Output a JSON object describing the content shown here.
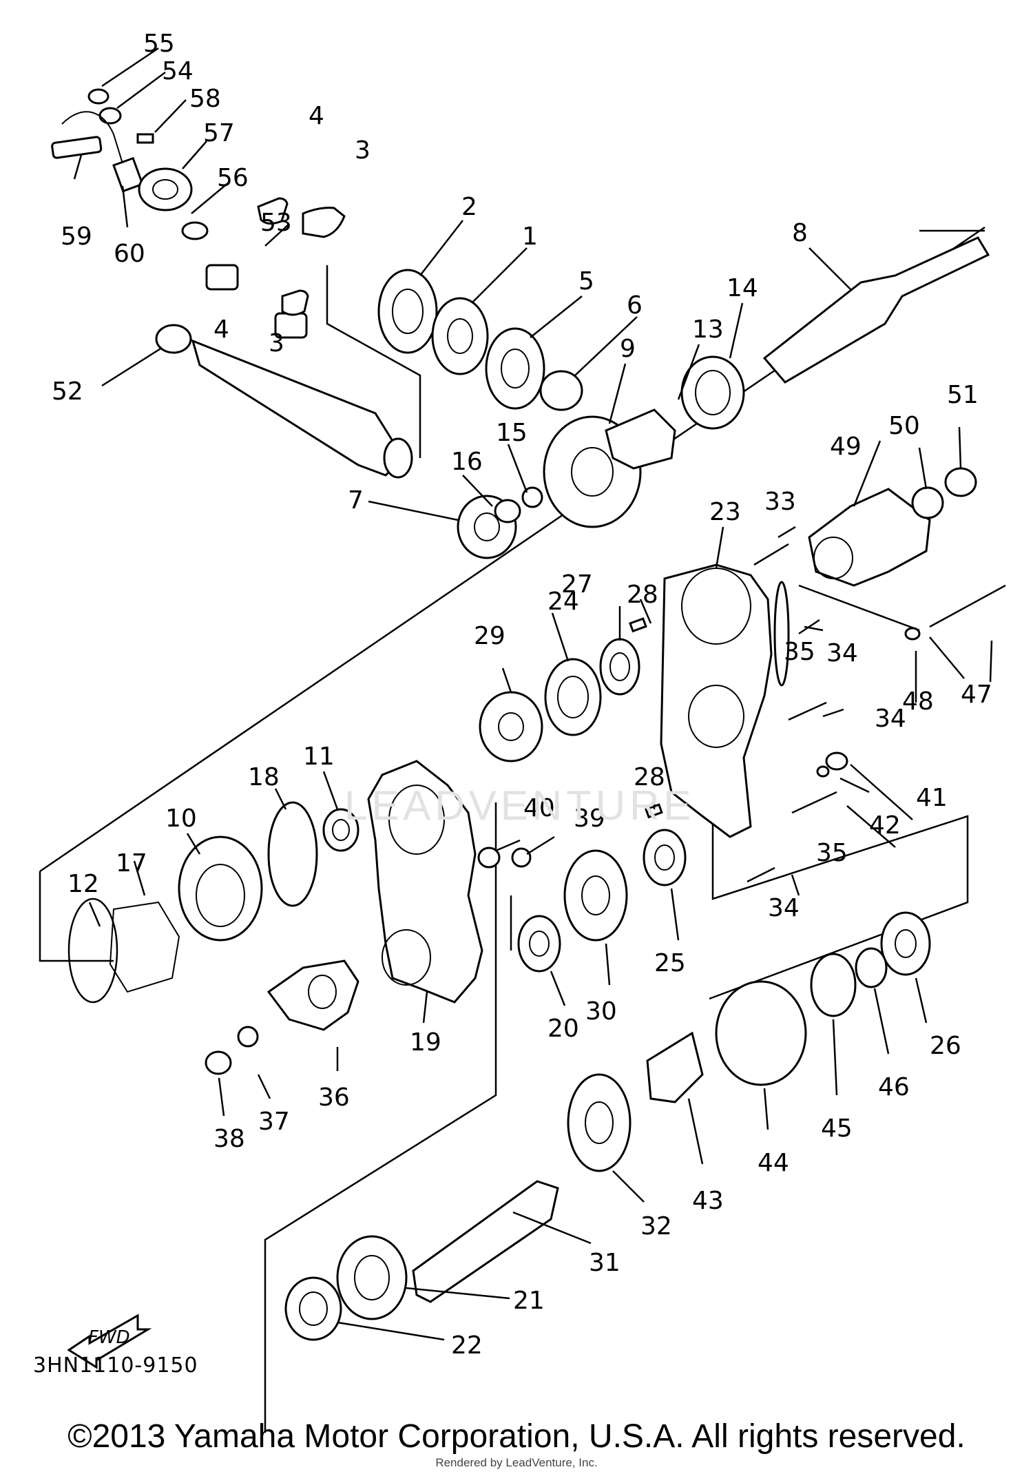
{
  "diagram": {
    "part_code": "3HN1110-9150",
    "direction_label": "FWD",
    "copyright": "©2013 Yamaha Motor Corporation, U.S.A. All rights reserved.",
    "render_credit": "Rendered by LeadVenture, Inc.",
    "watermark": "LEADVENTURE",
    "callouts": [
      "1",
      "2",
      "3",
      "4",
      "5",
      "6",
      "7",
      "8",
      "9",
      "10",
      "11",
      "12",
      "13",
      "14",
      "15",
      "16",
      "17",
      "18",
      "19",
      "20",
      "21",
      "22",
      "23",
      "24",
      "25",
      "26",
      "27",
      "28",
      "29",
      "30",
      "31",
      "32",
      "33",
      "34",
      "35",
      "36",
      "37",
      "38",
      "39",
      "40",
      "41",
      "42",
      "43",
      "44",
      "45",
      "46",
      "47",
      "48",
      "49",
      "50",
      "51",
      "52",
      "53",
      "54",
      "55",
      "56",
      "57",
      "58",
      "59",
      "60"
    ]
  }
}
